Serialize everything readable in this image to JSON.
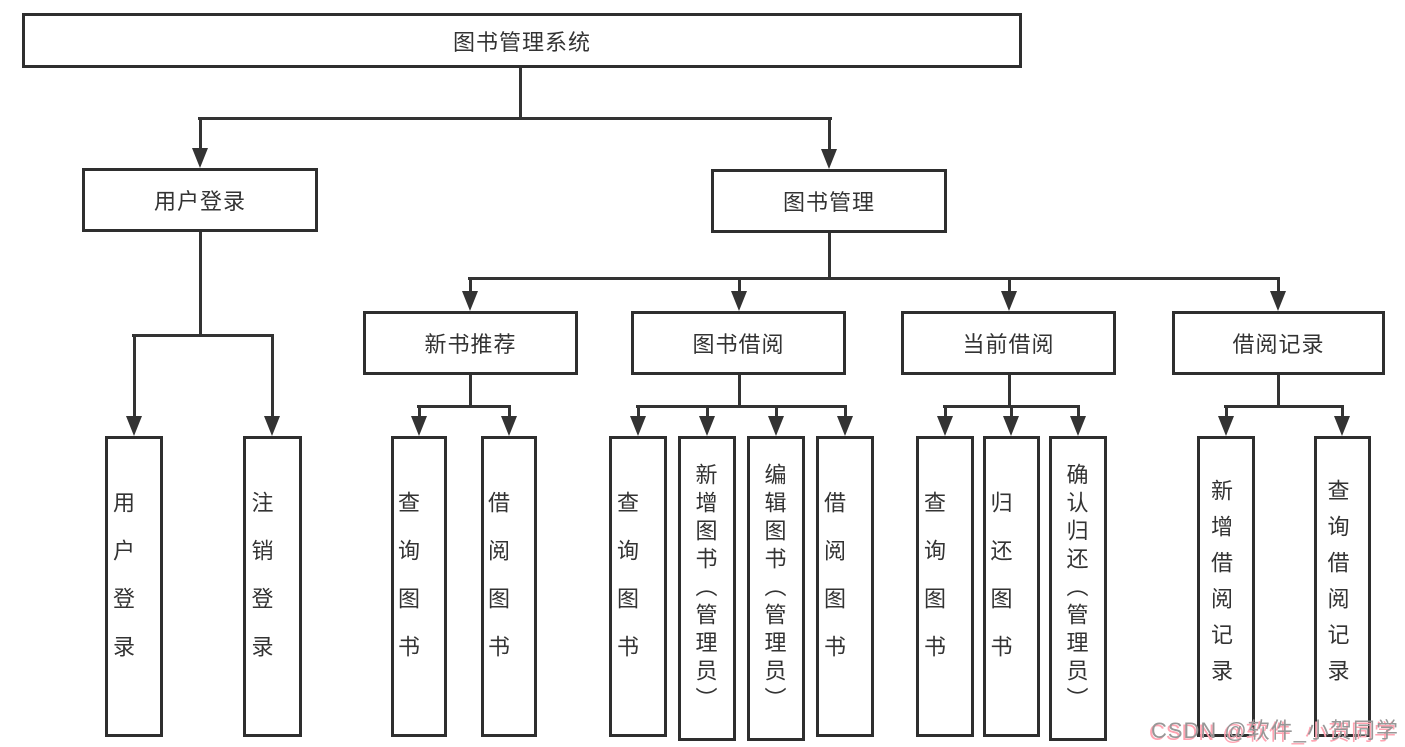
{
  "diagram": {
    "root": {
      "label": "图书管理系统"
    },
    "branches": [
      {
        "label": "用户登录",
        "leaves": [
          {
            "label": "用户登录"
          },
          {
            "label": "注销登录"
          }
        ]
      },
      {
        "label": "图书管理",
        "groups": [
          {
            "label": "新书推荐",
            "leaves": [
              {
                "label": "查询图书"
              },
              {
                "label": "借阅图书"
              }
            ]
          },
          {
            "label": "图书借阅",
            "leaves": [
              {
                "label": "查询图书"
              },
              {
                "label": "新增图书（管理员）"
              },
              {
                "label": "编辑图书（管理员）"
              },
              {
                "label": "借阅图书"
              }
            ]
          },
          {
            "label": "当前借阅",
            "leaves": [
              {
                "label": "查询图书"
              },
              {
                "label": "归还图书"
              },
              {
                "label": "确认归还（管理员）"
              }
            ]
          },
          {
            "label": "借阅记录",
            "leaves": [
              {
                "label": "新增借阅记录"
              },
              {
                "label": "查询借阅记录"
              }
            ]
          }
        ]
      }
    ],
    "colors": {
      "line": "#333333",
      "box_border": "#2e2e2e",
      "text": "#333333"
    }
  },
  "watermark": {
    "text": "CSDN @软件_小贺同学",
    "color": "#979797",
    "shadow_color": "#ffa4b2"
  }
}
